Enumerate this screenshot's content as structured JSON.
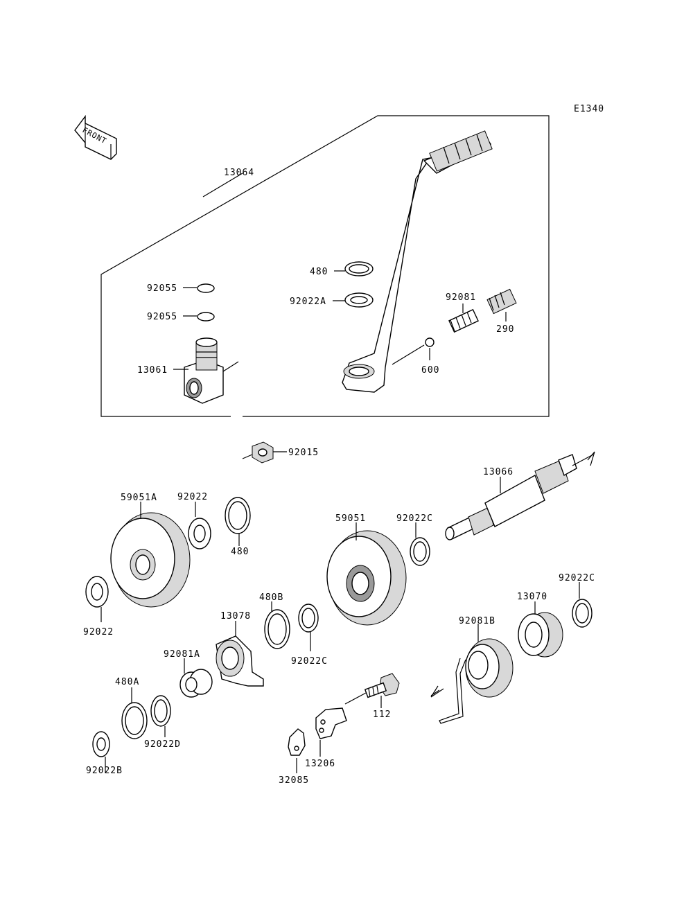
{
  "diagram_code": "E1340",
  "front_marker": "FRONT",
  "labels": {
    "l13064": "13064",
    "l480_top": "480",
    "l92022A": "92022A",
    "l92081_top": "92081",
    "l290": "290",
    "l92055_a": "92055",
    "l92055_b": "92055",
    "l13061": "13061",
    "l600": "600",
    "l92015": "92015",
    "l13066": "13066",
    "l59051A": "59051A",
    "l92022_top": "92022",
    "l480_mid": "480",
    "l59051": "59051",
    "l92022C_a": "92022C",
    "l92022_left": "92022",
    "l480B": "480B",
    "l13078": "13078",
    "l92022C_b": "92022C",
    "l92022C_c": "92022C",
    "l13070": "13070",
    "l92081B": "92081B",
    "l92081A": "92081A",
    "l480A": "480A",
    "l92022D": "92022D",
    "l112": "112",
    "l13206": "13206",
    "l92022B": "92022B",
    "l32085": "32085"
  }
}
